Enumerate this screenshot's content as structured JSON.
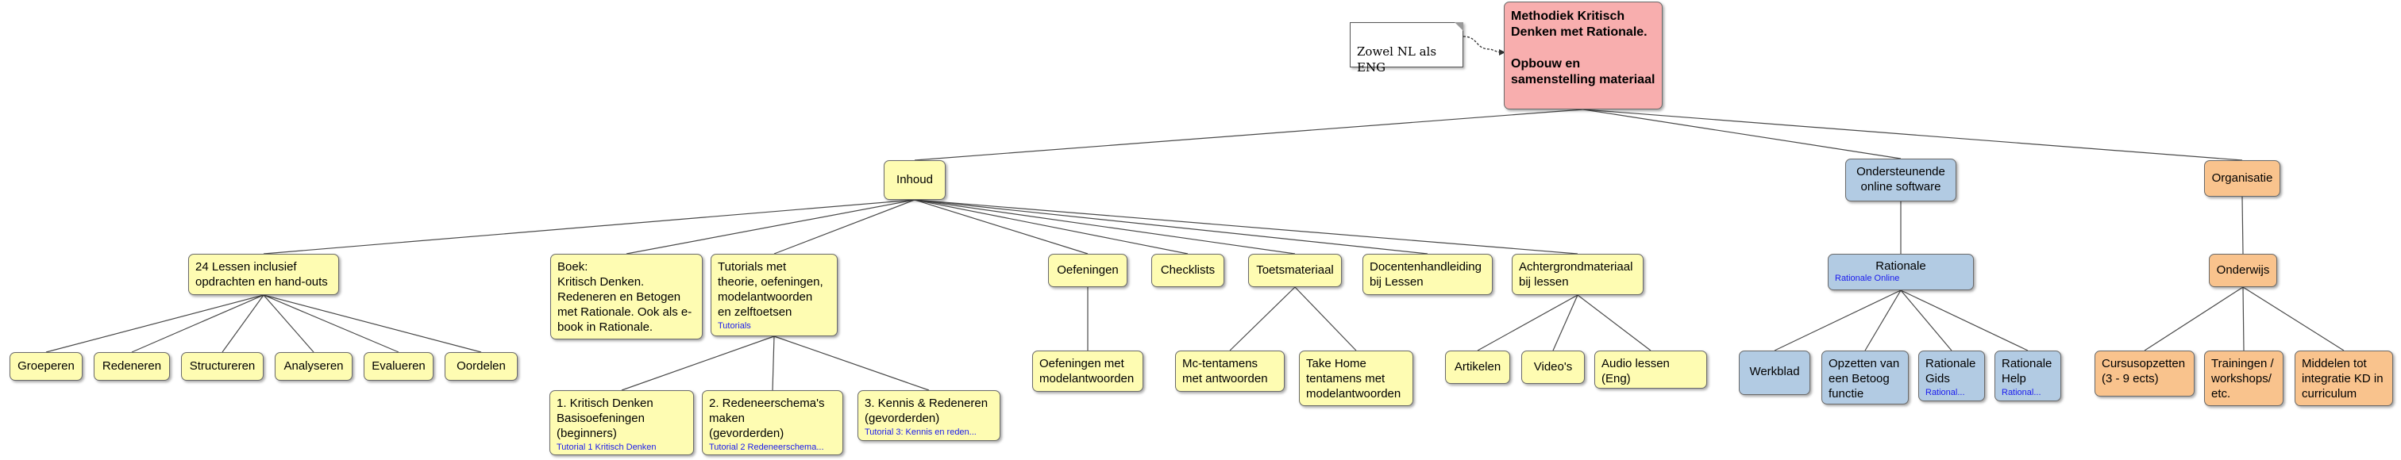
{
  "note": "Zowel NL als\nENG",
  "nodes": [
    {
      "id": "root",
      "text": "Methodiek Kritisch\nDenken met Rationale.\n\nOpbouw en\nsamenstelling materiaal"
    },
    {
      "id": "inhoud",
      "text": "Inhoud"
    },
    {
      "id": "ondersteunend",
      "text": "Ondersteunende\nonline software"
    },
    {
      "id": "organisatie",
      "text": "Organisatie"
    },
    {
      "id": "lessen",
      "text": "24 Lessen inclusief\nopdrachten en hand-outs"
    },
    {
      "id": "boek",
      "text": "Boek:\nKritisch Denken.\nRedeneren en Betogen\nmet Rationale. Ook als e-\nbook in Rationale."
    },
    {
      "id": "tutorials",
      "text": "Tutorials met\ntheorie, oefeningen,\nmodelantwoorden\nen  zelftoetsen",
      "link": "Tutorials"
    },
    {
      "id": "oefeningen",
      "text": "Oefeningen"
    },
    {
      "id": "checklists",
      "text": "Checklists"
    },
    {
      "id": "toetsmateriaal",
      "text": "Toetsmateriaal"
    },
    {
      "id": "docenten",
      "text": "Docentenhandleiding\nbij Lessen"
    },
    {
      "id": "achtergrond",
      "text": "Achtergrondmateriaal\nbij lessen"
    },
    {
      "id": "rationale",
      "text": "Rationale",
      "link": "Rationale Online"
    },
    {
      "id": "onderwijs",
      "text": "Onderwijs"
    },
    {
      "id": "groeperen",
      "text": "Groeperen"
    },
    {
      "id": "redeneren",
      "text": "Redeneren"
    },
    {
      "id": "structureren",
      "text": "Structureren"
    },
    {
      "id": "analyseren",
      "text": "Analyseren"
    },
    {
      "id": "evalueren",
      "text": "Evalueren"
    },
    {
      "id": "oordelen",
      "text": "Oordelen"
    },
    {
      "id": "tut1",
      "text": "1. Kritisch Denken\nBasisoefeningen\n(beginners)",
      "link": "Tutorial 1 Kritisch Denken"
    },
    {
      "id": "tut2",
      "text": "2. Redeneerschema's\nmaken\n(gevorderden)",
      "link": "Tutorial 2 Redeneerschema..."
    },
    {
      "id": "tut3",
      "text": "3. Kennis & Redeneren\n(gevorderden)",
      "link": "Tutorial 3: Kennis en reden..."
    },
    {
      "id": "oefmodel",
      "text": "Oefeningen met\nmodelantwoorden"
    },
    {
      "id": "mctentamens",
      "text": "Mc-tentamens\nmet antwoorden"
    },
    {
      "id": "takehome",
      "text": "Take Home\ntentamens met\nmodelantwoorden"
    },
    {
      "id": "artikelen",
      "text": "Artikelen"
    },
    {
      "id": "videos",
      "text": "Video's"
    },
    {
      "id": "audio",
      "text": "Audio lessen\n(Eng)"
    },
    {
      "id": "werkblad",
      "text": "Werkblad"
    },
    {
      "id": "opzetten",
      "text": "Opzetten van\neen Betoog\nfunctie"
    },
    {
      "id": "gids",
      "text": "Rationale\nGids",
      "link": "Rational..."
    },
    {
      "id": "help",
      "text": "Rationale\nHelp",
      "link": "Rational..."
    },
    {
      "id": "cursus",
      "text": "Cursusopzetten\n(3 - 9 ects)"
    },
    {
      "id": "trainingen",
      "text": "Trainingen /\nworkshops/\netc."
    },
    {
      "id": "middelen",
      "text": "Middelen tot\nintegratie KD in\ncurriculum"
    }
  ],
  "edges": [
    [
      "root",
      "inhoud"
    ],
    [
      "root",
      "ondersteunend"
    ],
    [
      "root",
      "organisatie"
    ],
    [
      "inhoud",
      "lessen"
    ],
    [
      "inhoud",
      "boek"
    ],
    [
      "inhoud",
      "tutorials"
    ],
    [
      "inhoud",
      "oefeningen"
    ],
    [
      "inhoud",
      "checklists"
    ],
    [
      "inhoud",
      "toetsmateriaal"
    ],
    [
      "inhoud",
      "docenten"
    ],
    [
      "inhoud",
      "achtergrond"
    ],
    [
      "lessen",
      "groeperen"
    ],
    [
      "lessen",
      "redeneren"
    ],
    [
      "lessen",
      "structureren"
    ],
    [
      "lessen",
      "analyseren"
    ],
    [
      "lessen",
      "evalueren"
    ],
    [
      "lessen",
      "oordelen"
    ],
    [
      "tutorials",
      "tut1"
    ],
    [
      "tutorials",
      "tut2"
    ],
    [
      "tutorials",
      "tut3"
    ],
    [
      "oefeningen",
      "oefmodel"
    ],
    [
      "toetsmateriaal",
      "mctentamens"
    ],
    [
      "toetsmateriaal",
      "takehome"
    ],
    [
      "achtergrond",
      "artikelen"
    ],
    [
      "achtergrond",
      "videos"
    ],
    [
      "achtergrond",
      "audio"
    ],
    [
      "ondersteunend",
      "rationale"
    ],
    [
      "rationale",
      "werkblad"
    ],
    [
      "rationale",
      "opzetten"
    ],
    [
      "rationale",
      "gids"
    ],
    [
      "rationale",
      "help"
    ],
    [
      "organisatie",
      "onderwijs"
    ],
    [
      "onderwijs",
      "cursus"
    ],
    [
      "onderwijs",
      "trainingen"
    ],
    [
      "onderwijs",
      "middelen"
    ]
  ]
}
